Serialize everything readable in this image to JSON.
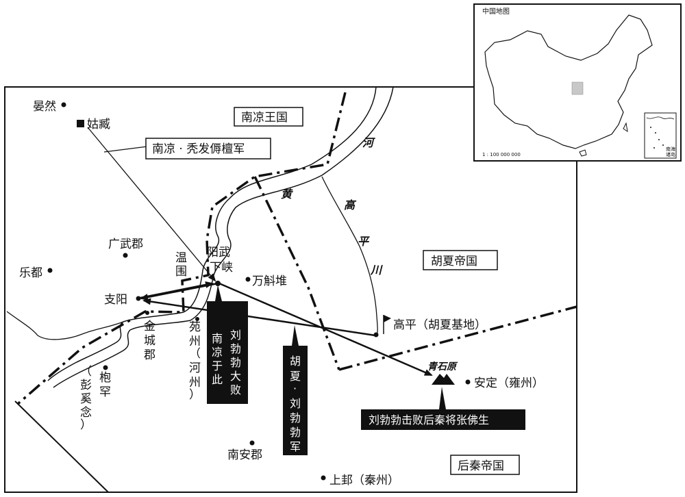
{
  "inset": {
    "title": "中国地图",
    "scale": "1 : 100 000 000",
    "sea_note_1": "南海",
    "sea_note_2": "诸岛"
  },
  "regions": {
    "nanliang": "南凉王国",
    "huxia": "胡夏帝国",
    "houqin": "后秦帝国"
  },
  "army_label": "南凉 · 秃发傉檀军",
  "rivers": {
    "he": "河",
    "huang": "黄",
    "gao": "高",
    "ping": "平",
    "chuan": "川"
  },
  "places": {
    "yanran": "晏然",
    "guzang": "姑臧",
    "guangwu": "广武郡",
    "ledu": "乐都",
    "wenwei_1": "温",
    "wenwei_2": "围",
    "yangwu_1": "阳武",
    "yangwu_2": "下峡",
    "wanhu": "万斛堆",
    "zhiyang": "支阳",
    "jincheng": [
      "金",
      "城",
      "郡"
    ],
    "yuanzhou": [
      "苑",
      "州"
    ],
    "hezhou": [
      "（",
      "河",
      "州",
      "）"
    ],
    "baohan": [
      "枹",
      "罕"
    ],
    "pengxi": [
      "（",
      "彭",
      "奚",
      "念",
      "）"
    ],
    "gaoping": "高平（胡夏基地）",
    "qingshiyuan": "青石原",
    "anding": "安定（雍州）",
    "nanan": "南安郡",
    "shanggui": "上邽（秦州）"
  },
  "callouts": {
    "defeat_col1": [
      "刘",
      "勃",
      "勃",
      "大",
      "败"
    ],
    "defeat_col2": [
      "南",
      "凉",
      "于",
      "此"
    ],
    "army_col1": [
      "胡",
      "夏"
    ],
    "army_col2": [
      "刘",
      "勃",
      "勃",
      "军"
    ],
    "victory": "刘勃勃击败后秦将张佛生"
  },
  "colors": {
    "ink": "#111111",
    "paper": "#ffffff",
    "highlight": "#c8c8c8"
  }
}
